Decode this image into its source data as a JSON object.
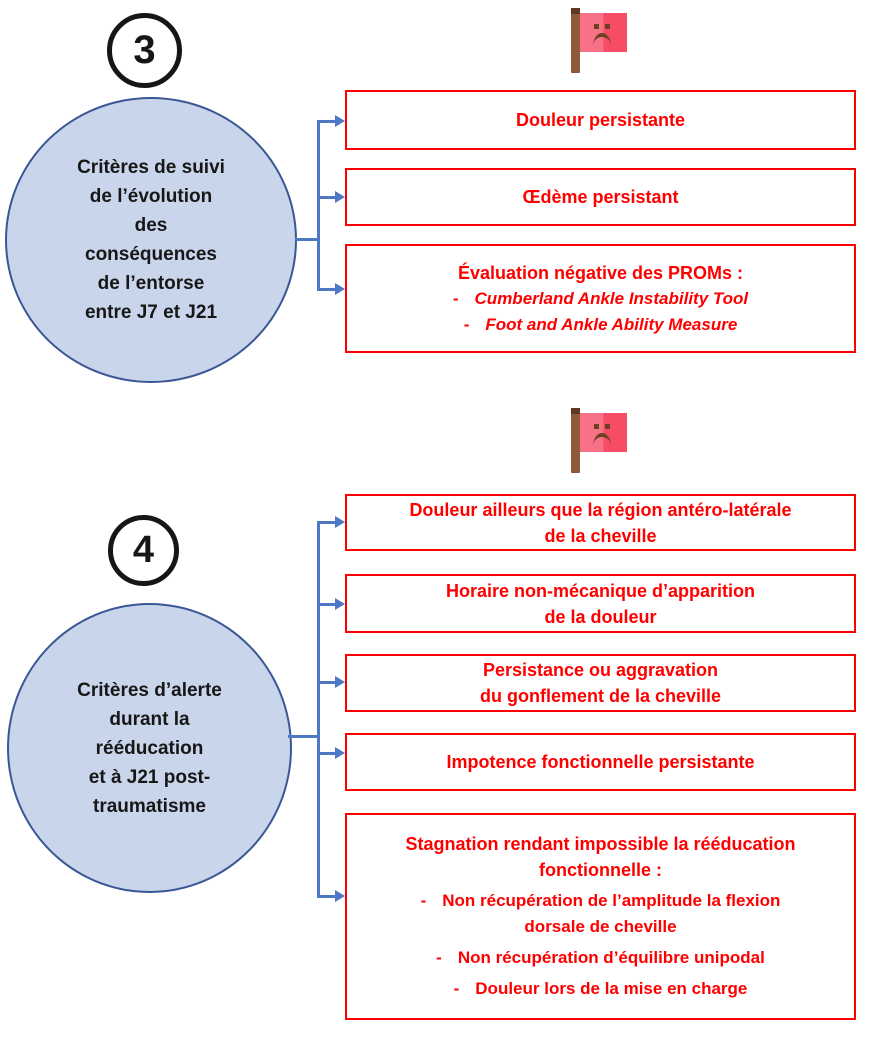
{
  "bullet": "-",
  "colors": {
    "box_border": "#fe0000",
    "box_text": "#fe0000",
    "circle_fill": "#c9d5ea",
    "circle_border": "#3a5795",
    "connector_blue": "#4d78c4",
    "badge_black": "#161616",
    "flag_pole": "#8d5b3b",
    "flag_cloth_light": "#f87186",
    "flag_cloth_dark": "#f64d64",
    "flag_face": "#6f3f23"
  },
  "section3": {
    "badge": "3",
    "flag_icon": "red-flag-sad-face",
    "circle": [
      "Critères de suivi",
      "de l’évolution",
      "des",
      "conséquences",
      "de l’entorse",
      "entre J7 et J21"
    ],
    "box1": "Douleur persistante",
    "box2": "Œdème persistant",
    "box3_title": "Évaluation négative des PROMs :",
    "box3_items": [
      "Cumberland Ankle Instability Tool",
      "Foot and Ankle Ability Measure"
    ]
  },
  "section4": {
    "badge": "4",
    "flag_icon": "red-flag-sad-face",
    "circle": [
      "Critères d’alerte",
      "durant la",
      "rééducation",
      "et à J21 post-",
      "traumatisme"
    ],
    "box1": [
      "Douleur ailleurs que la région antéro-latérale",
      "de la cheville"
    ],
    "box2": [
      "Horaire non-mécanique d’apparition",
      "de la douleur"
    ],
    "box3": [
      "Persistance ou aggravation",
      "du gonflement de la cheville"
    ],
    "box4": "Impotence fonctionnelle persistante",
    "box5_title": [
      "Stagnation rendant impossible la rééducation",
      "fonctionnelle :"
    ],
    "box5_item1": [
      "Non récupération de l’amplitude la flexion",
      "dorsale de cheville"
    ],
    "box5_item2": "Non récupération d’équilibre unipodal",
    "box5_item3": "Douleur lors de la mise en charge"
  }
}
